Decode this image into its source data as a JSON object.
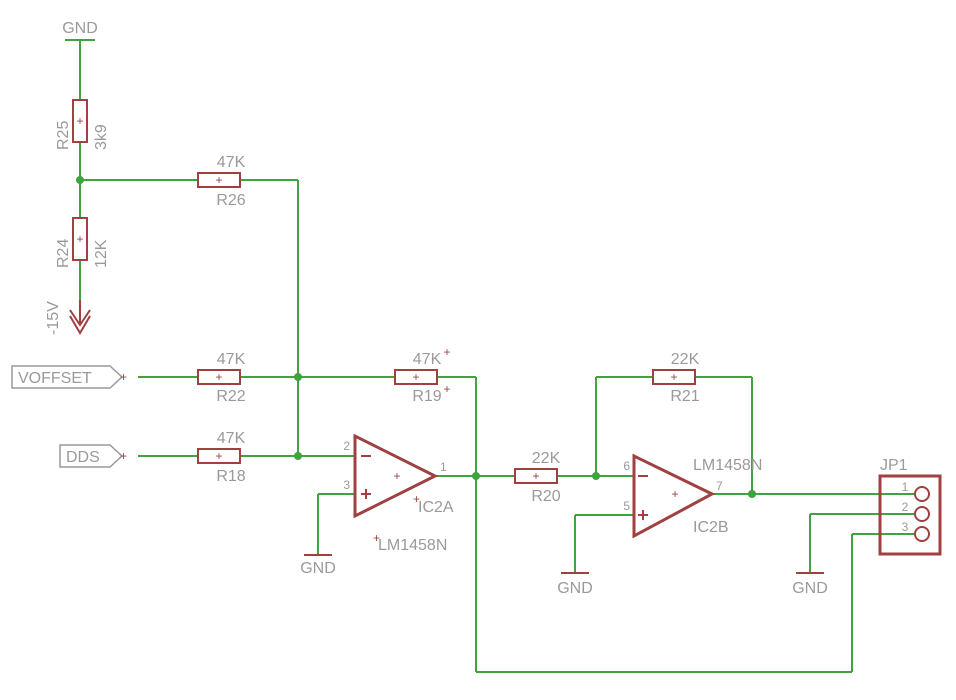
{
  "ground_label": "GND",
  "supply_label": "-15V",
  "resistors": {
    "r25": {
      "name": "R25",
      "value": "3k9"
    },
    "r24": {
      "name": "R24",
      "value": "12K"
    },
    "r26": {
      "name": "R26",
      "value": "47K"
    },
    "r22": {
      "name": "R22",
      "value": "47K"
    },
    "r18": {
      "name": "R18",
      "value": "47K"
    },
    "r19": {
      "name": "R19",
      "value": "47K"
    },
    "r20": {
      "name": "R20",
      "value": "22K"
    },
    "r21": {
      "name": "R21",
      "value": "22K"
    }
  },
  "ports": {
    "voffset": "VOFFSET",
    "dds": "DDS"
  },
  "opamps": {
    "ic2a": {
      "name": "IC2A",
      "part": "LM1458N",
      "pin_inv": "2",
      "pin_noninv": "3",
      "pin_out": "1"
    },
    "ic2b": {
      "name": "IC2B",
      "part": "LM1458N",
      "pin_inv": "6",
      "pin_noninv": "5",
      "pin_out": "7"
    }
  },
  "connector": {
    "name": "JP1",
    "pins": [
      "1",
      "2",
      "3"
    ]
  },
  "colors": {
    "wire": "#3fa33f",
    "component": "#a04040",
    "text": "#9a9a9a"
  }
}
